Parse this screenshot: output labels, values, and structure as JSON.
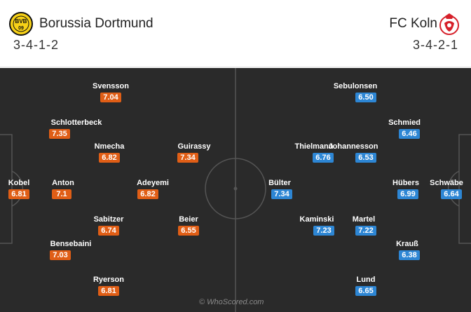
{
  "home": {
    "name": "Borussia Dortmund",
    "formation": "3-4-1-2",
    "crest_text": "BVB 09",
    "color": "#e05e16",
    "players": [
      {
        "name": "Svensson",
        "rating": "7.04"
      },
      {
        "name": "Schlotterbeck",
        "rating": "7.35"
      },
      {
        "name": "Nmecha",
        "rating": "6.82"
      },
      {
        "name": "Guirassy",
        "rating": "7.34"
      },
      {
        "name": "Kobel",
        "rating": "6.81"
      },
      {
        "name": "Anton",
        "rating": "7.1"
      },
      {
        "name": "Adeyemi",
        "rating": "6.82"
      },
      {
        "name": "Sabitzer",
        "rating": "6.74"
      },
      {
        "name": "Beier",
        "rating": "6.55"
      },
      {
        "name": "Bensebaini",
        "rating": "7.03"
      },
      {
        "name": "Ryerson",
        "rating": "6.81"
      }
    ]
  },
  "away": {
    "name": "FC Koln",
    "formation": "3-4-2-1",
    "color": "#2d86d4",
    "players": [
      {
        "name": "Sebulonsen",
        "rating": "6.50"
      },
      {
        "name": "Schmied",
        "rating": "6.46"
      },
      {
        "name": "Thielmann",
        "rating": "6.76"
      },
      {
        "name": "Johannesson",
        "rating": "6.53"
      },
      {
        "name": "Bülter",
        "rating": "7.34"
      },
      {
        "name": "Hübers",
        "rating": "6.99"
      },
      {
        "name": "Schwäbe",
        "rating": "6.64"
      },
      {
        "name": "Kaminski",
        "rating": "7.23"
      },
      {
        "name": "Martel",
        "rating": "7.22"
      },
      {
        "name": "Krauß",
        "rating": "6.38"
      },
      {
        "name": "Lund",
        "rating": "6.65"
      }
    ]
  },
  "watermark": "© WhoScored.com",
  "pitch_color": "#2a2a2a",
  "line_color": "#555555"
}
